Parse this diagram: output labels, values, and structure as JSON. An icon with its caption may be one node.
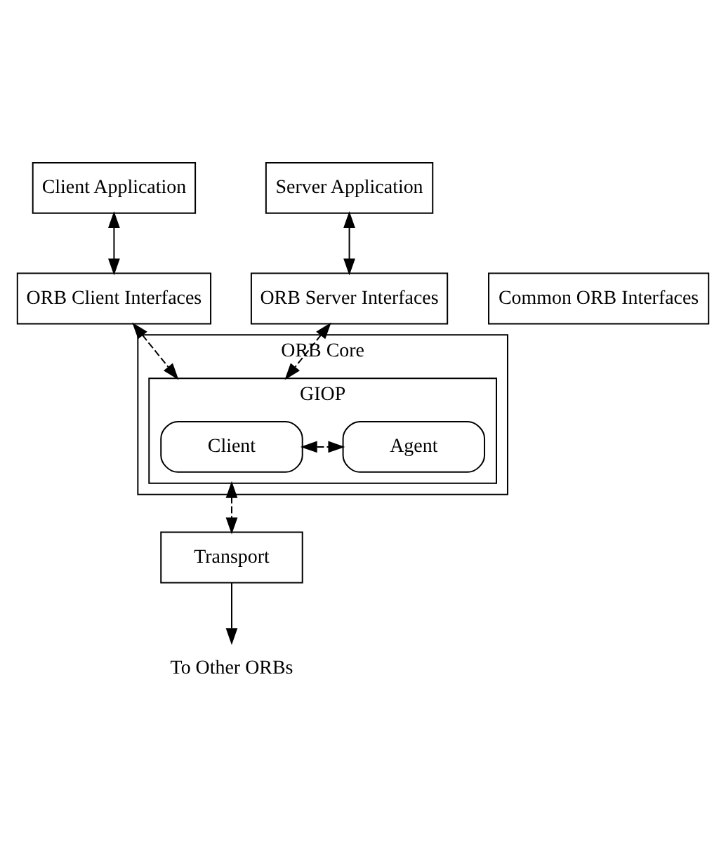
{
  "diagram": {
    "nodes": [
      {
        "text": [
          "Client Application"
        ]
      },
      {
        "text": [
          "Server Application"
        ]
      },
      {
        "text": [
          "ORB Client Interfaces"
        ]
      },
      {
        "text": [
          "Common ORB Interfaces"
        ]
      },
      {
        "text": [
          "ORB Server Interfaces"
        ]
      },
      {
        "text": [
          "ORB Core"
        ]
      },
      {
        "text": [
          "GIOP"
        ],
        "in": 5
      },
      {
        "text": [
          "Client"
        ],
        "in": 6
      },
      {
        "text": [
          "Agent"
        ],
        "in": 6
      },
      {
        "text": [
          "Transport"
        ]
      },
      {
        "text": [
          "To Other ORBs"
        ]
      }
    ],
    "edges": [
      {
        "from": 0,
        "to": 2,
        "arrow": "both"
      },
      {
        "from": 1,
        "to": 4,
        "arrow": "both"
      },
      {
        "from": 2,
        "to": 6,
        "arrow": "both",
        "style": "dashed"
      },
      {
        "from": 4,
        "to": 6,
        "arrow": "both",
        "style": "dashed"
      },
      {
        "from": 7,
        "to": 8,
        "arrow": "both",
        "style": "dashed"
      },
      {
        "from": 6,
        "to": 9,
        "arrow": "both",
        "style": "dashed"
      },
      {
        "from": 9,
        "to": 10,
        "arrow": "to"
      }
    ]
  }
}
